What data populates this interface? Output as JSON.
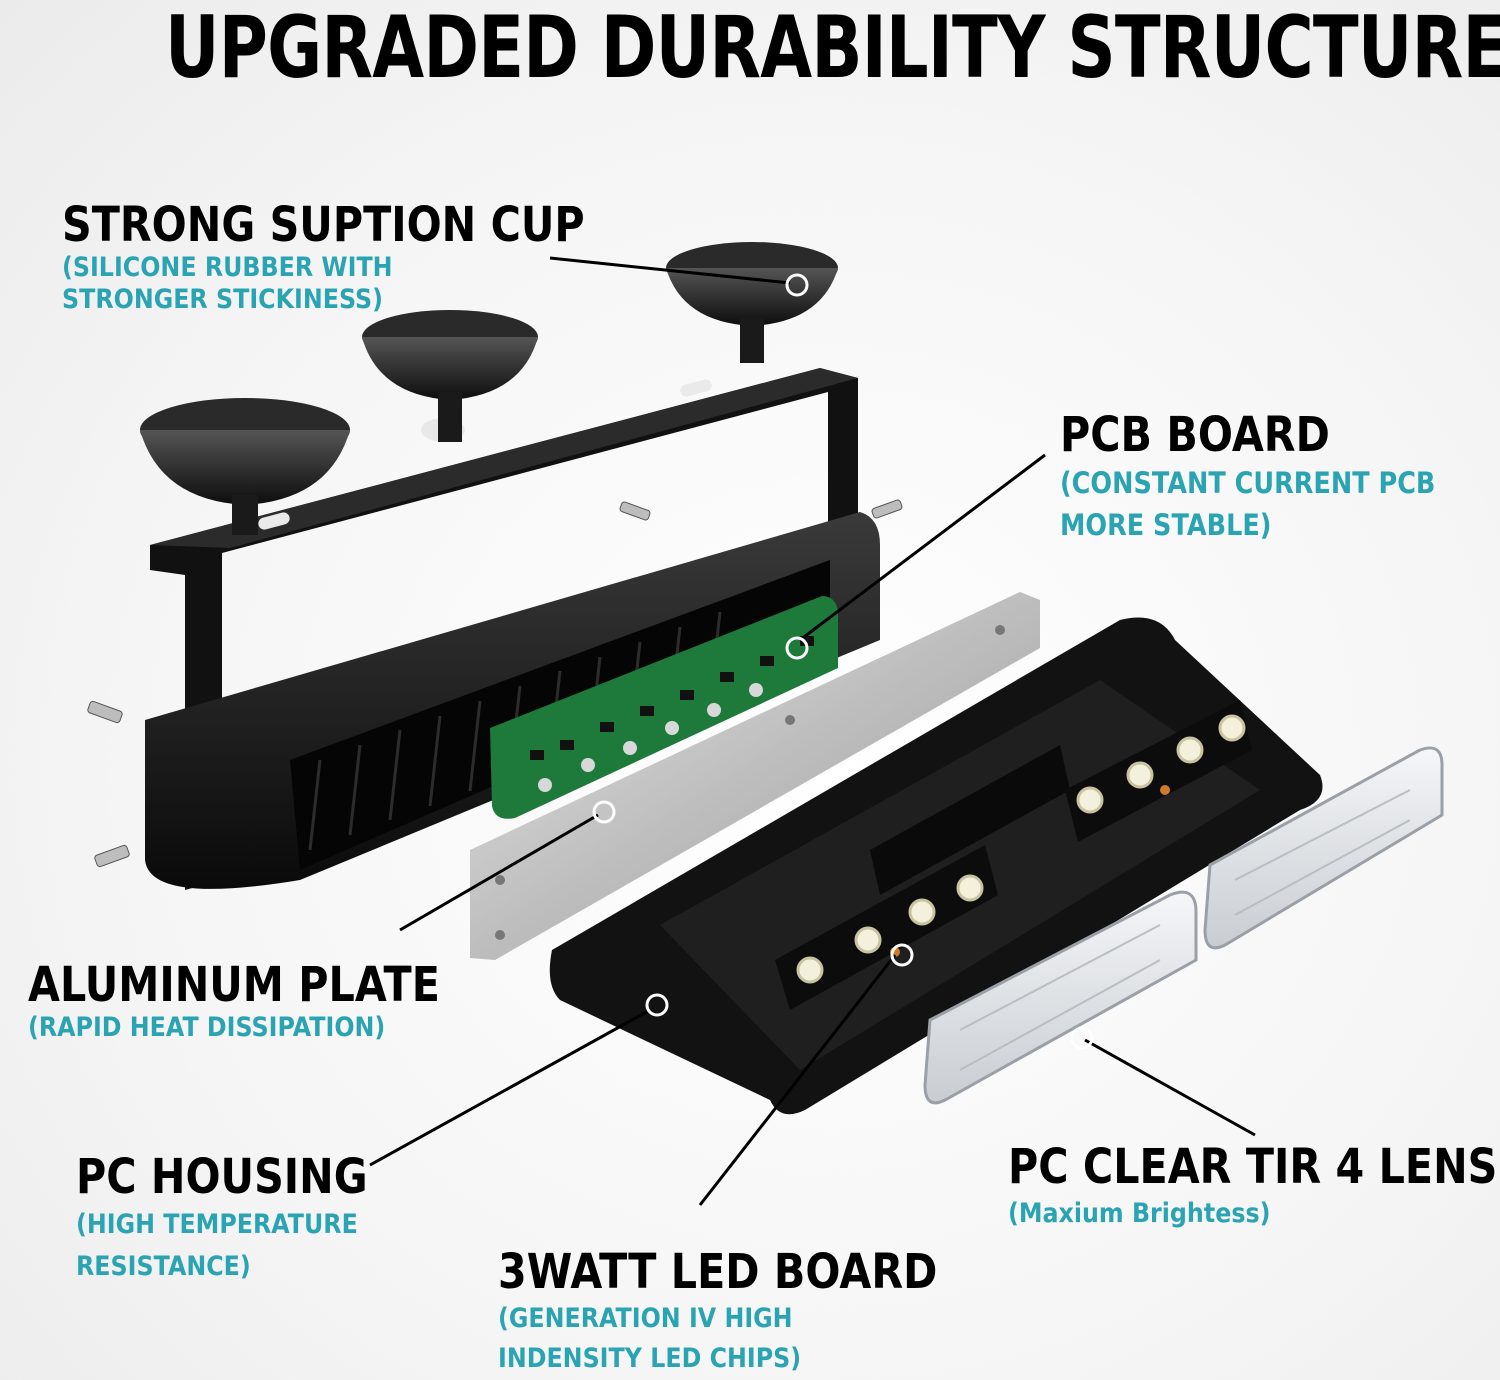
{
  "title": "UPGRADED DURABILITY STRUCTURE",
  "callouts": {
    "suction_cup": {
      "heading": "STRONG SUPTION CUP",
      "sub_line1": "(SILICONE RUBBER WITH",
      "sub_line2": "STRONGER STICKINESS)"
    },
    "pcb_board": {
      "heading": "PCB BOARD",
      "sub_line1": "(CONSTANT CURRENT PCB",
      "sub_line2": "MORE STABLE)"
    },
    "aluminum_plate": {
      "heading": "ALUMINUM PLATE",
      "sub_line1": "(RAPID HEAT DISSIPATION)"
    },
    "pc_housing": {
      "heading": "PC HOUSING",
      "sub_line1": "(HIGH TEMPERATURE",
      "sub_line2": "RESISTANCE)"
    },
    "led_board": {
      "heading": "3WATT LED BOARD",
      "sub_line1": "(GENERATION IV HIGH",
      "sub_line2": "INDENSITY LED CHIPS)"
    },
    "lens": {
      "heading": "PC CLEAR  TIR 4 LENS",
      "sub_line1": "(Maxium Brightess)"
    }
  },
  "colors": {
    "accent": "#2aa3b3",
    "heading": "#000000",
    "pcb": "#1d7a3a"
  }
}
